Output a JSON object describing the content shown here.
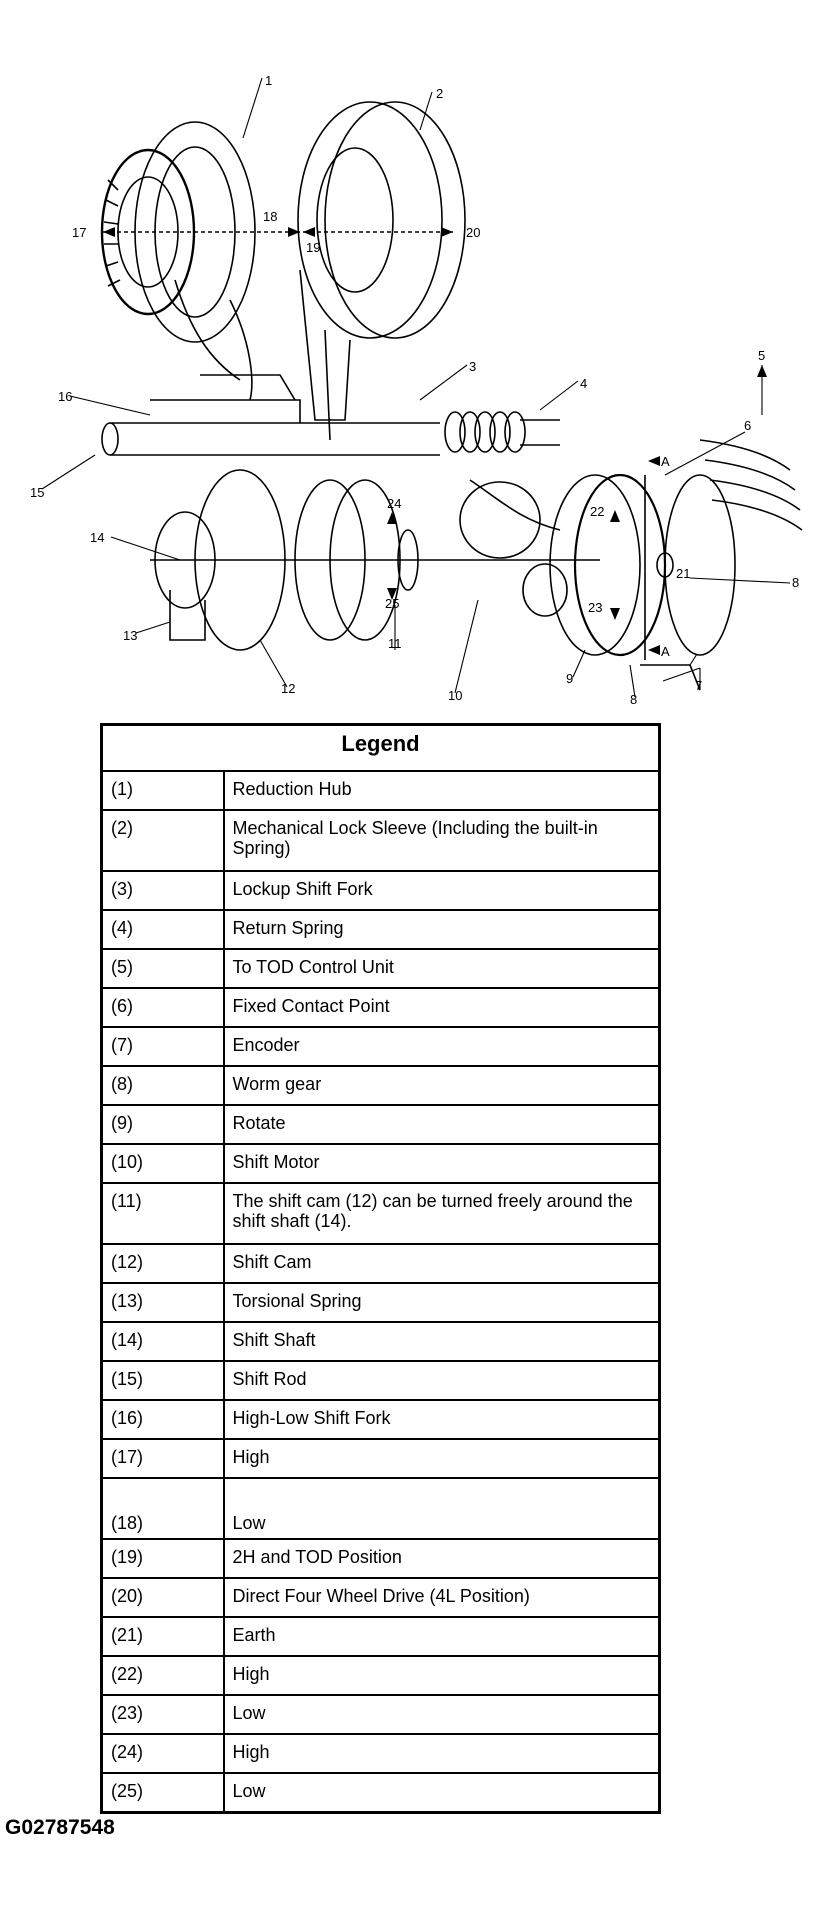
{
  "diagram": {
    "callouts": [
      "1",
      "2",
      "3",
      "4",
      "5",
      "6",
      "7",
      "8",
      "8",
      "9",
      "10",
      "11",
      "12",
      "13",
      "14",
      "15",
      "16",
      "17",
      "18",
      "19",
      "20",
      "21",
      "22",
      "23",
      "24",
      "25"
    ],
    "section_marks": [
      "A",
      "A"
    ]
  },
  "legend": {
    "title": "Legend",
    "rows": [
      {
        "num": "(1)",
        "desc": "Reduction Hub"
      },
      {
        "num": "(2)",
        "desc": "Mechanical Lock Sleeve (Including the built-in Spring)"
      },
      {
        "num": "(3)",
        "desc": "Lockup Shift Fork"
      },
      {
        "num": "(4)",
        "desc": "Return Spring"
      },
      {
        "num": "(5)",
        "desc": "To TOD Control Unit"
      },
      {
        "num": "(6)",
        "desc": "Fixed Contact Point"
      },
      {
        "num": "(7)",
        "desc": "Encoder"
      },
      {
        "num": "(8)",
        "desc": "Worm gear"
      },
      {
        "num": "(9)",
        "desc": "Rotate"
      },
      {
        "num": "(10)",
        "desc": "Shift Motor"
      },
      {
        "num": "(11)",
        "desc": "The shift cam (12) can be turned freely around the shift shaft (14)."
      },
      {
        "num": "(12)",
        "desc": "Shift Cam"
      },
      {
        "num": "(13)",
        "desc": "Torsional Spring"
      },
      {
        "num": "(14)",
        "desc": "Shift Shaft"
      },
      {
        "num": "(15)",
        "desc": "Shift Rod"
      },
      {
        "num": "(16)",
        "desc": "High-Low Shift Fork"
      },
      {
        "num": "(17)",
        "desc": "High"
      },
      {
        "num": "(18)",
        "desc": "Low"
      },
      {
        "num": "(19)",
        "desc": "2H and TOD Position"
      },
      {
        "num": "(20)",
        "desc": "Direct Four Wheel Drive (4L Position)"
      },
      {
        "num": "(21)",
        "desc": "Earth"
      },
      {
        "num": "(22)",
        "desc": "High"
      },
      {
        "num": "(23)",
        "desc": "Low"
      },
      {
        "num": "(24)",
        "desc": "High"
      },
      {
        "num": "(25)",
        "desc": "Low"
      }
    ]
  },
  "figure_code": "G02787548"
}
